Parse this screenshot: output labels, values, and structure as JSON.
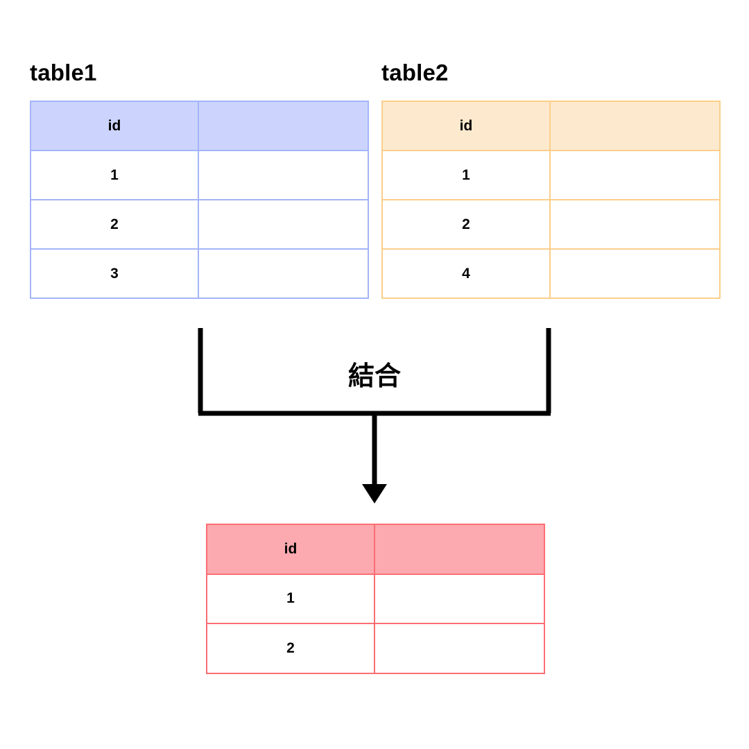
{
  "diagram": {
    "title_left": "table1",
    "title_right": "table2",
    "join_label": "結合",
    "arrow_icon": "down-arrow-icon",
    "bracket_icon": "merge-bracket-icon"
  },
  "colors": {
    "table1_header_fill": "#ccd4fd",
    "table1_border": "#a3b4fa",
    "table2_header_fill": "#fdeace",
    "table2_border": "#fbce8b",
    "result_header_fill": "#fcaaaf",
    "result_border": "#fa6e73",
    "bracket_stroke": "#000000",
    "page_background": "#ffffff",
    "text": "#000000"
  },
  "tables": {
    "table1": {
      "name": "table1",
      "columns": [
        "id",
        ""
      ],
      "rows": [
        [
          "1",
          ""
        ],
        [
          "2",
          ""
        ],
        [
          "3",
          ""
        ]
      ]
    },
    "table2": {
      "name": "table2",
      "columns": [
        "id",
        ""
      ],
      "rows": [
        [
          "1",
          ""
        ],
        [
          "2",
          ""
        ],
        [
          "4",
          ""
        ]
      ]
    },
    "result": {
      "name": "",
      "columns": [
        "id",
        ""
      ],
      "rows": [
        [
          "1",
          ""
        ],
        [
          "2",
          ""
        ]
      ]
    }
  },
  "chart_data": {
    "type": "table",
    "title": "",
    "description": "Join (結合) of table1 and table2 on id producing matching rows",
    "inputs": [
      {
        "name": "table1",
        "columns": [
          "id",
          ""
        ],
        "values": [
          "1",
          "2",
          "3"
        ]
      },
      {
        "name": "table2",
        "columns": [
          "id",
          ""
        ],
        "values": [
          "1",
          "2",
          "4"
        ]
      }
    ],
    "operation": "結合",
    "output": {
      "name": "",
      "columns": [
        "id",
        ""
      ],
      "values": [
        "1",
        "2"
      ]
    }
  }
}
